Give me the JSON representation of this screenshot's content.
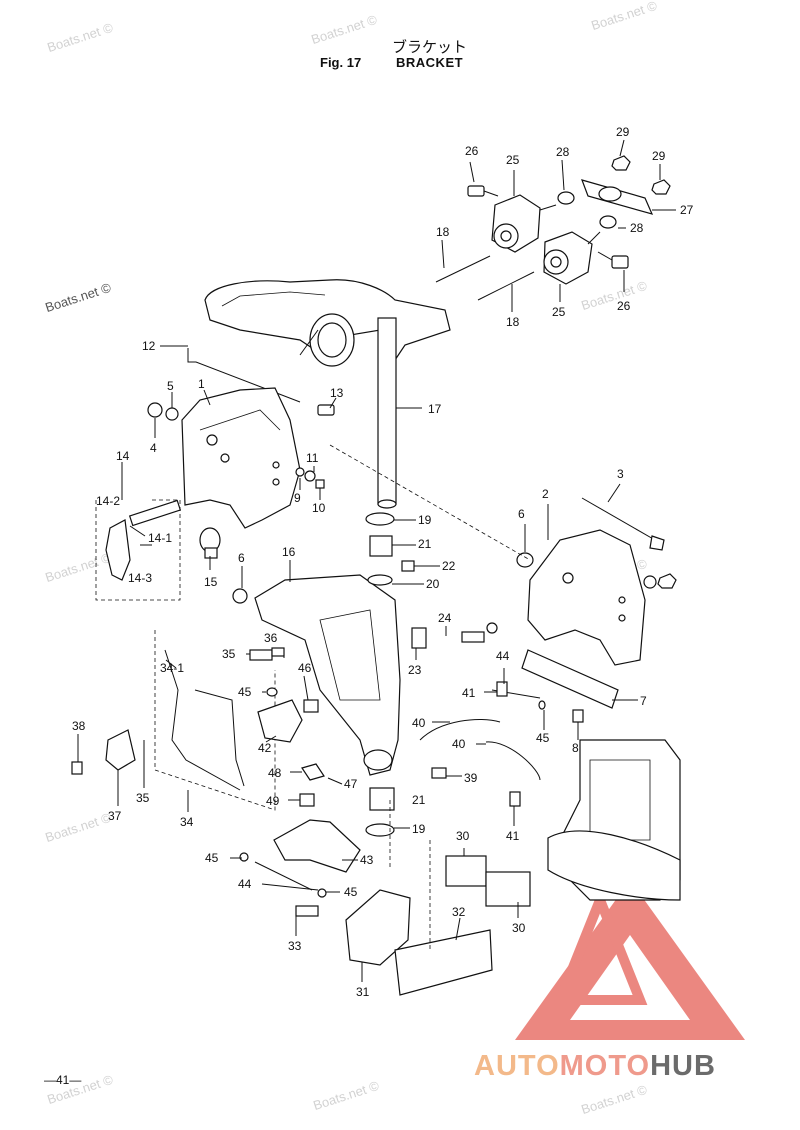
{
  "header": {
    "title_jp": "ブラケット",
    "fig_number": "Fig. 17",
    "title_en": "BRACKET"
  },
  "page_number": "—41—",
  "watermark": "Boats.net ©",
  "logo": {
    "part1": "AUTO",
    "part2": "MOTO",
    "part3": "HUB",
    "colors": {
      "auto": "#f3b98a",
      "moto": "#ef9a8c",
      "hub": "#6b6b6b",
      "triangle": "#e8736a"
    }
  },
  "callouts": {
    "c1": "1",
    "c2": "2",
    "c3": "3",
    "c4": "4",
    "c5": "5",
    "c6a": "6",
    "c6b": "6",
    "c7": "7",
    "c8": "8",
    "c9": "9",
    "c10": "10",
    "c11": "11",
    "c12": "12",
    "c13": "13",
    "c14": "14",
    "c14_1": "14-1",
    "c14_2": "14-2",
    "c14_3": "14-3",
    "c15": "15",
    "c16": "16",
    "c17": "17",
    "c18a": "18",
    "c18b": "18",
    "c19a": "19",
    "c19b": "19",
    "c20": "20",
    "c21a": "21",
    "c21b": "21",
    "c22": "22",
    "c23": "23",
    "c24": "24",
    "c25a": "25",
    "c25b": "25",
    "c26a": "26",
    "c26b": "26",
    "c27": "27",
    "c28a": "28",
    "c28b": "28",
    "c29a": "29",
    "c29b": "29",
    "c30a": "30",
    "c30b": "30",
    "c31": "31",
    "c32": "32",
    "c33": "33",
    "c34": "34",
    "c34_1": "34-1",
    "c35a": "35",
    "c35b": "35",
    "c36": "36",
    "c37": "37",
    "c38": "38",
    "c39": "39",
    "c40a": "40",
    "c40b": "40",
    "c41a": "41",
    "c41b": "41",
    "c42": "42",
    "c43": "43",
    "c44a": "44",
    "c44b": "44",
    "c45a": "45",
    "c45b": "45",
    "c45c": "45",
    "c45d": "45",
    "c46": "46",
    "c47": "47",
    "c48": "48",
    "c49": "49"
  }
}
